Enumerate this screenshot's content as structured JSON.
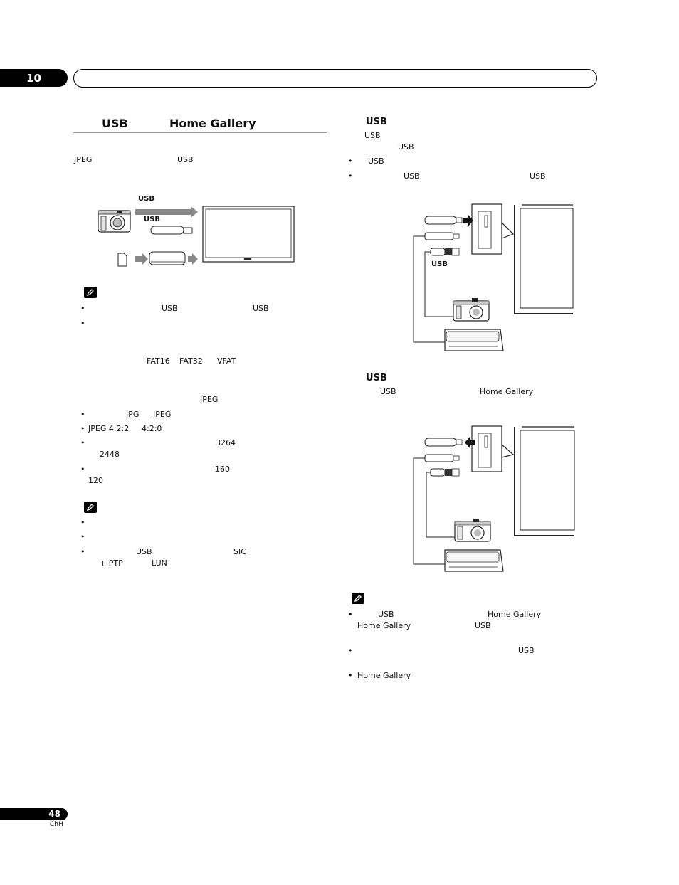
{
  "header": {
    "chapter": "10"
  },
  "left": {
    "section_usb": "USB",
    "section_gallery": "Home Gallery",
    "intro_jpeg": "JPEG",
    "intro_usb": "USB",
    "diagram_labels": {
      "usb_top": "USB",
      "usb_mid": "USB"
    },
    "note1": {
      "b1_usb1": "USB",
      "b1_usb2": "USB",
      "fat16": "FAT16",
      "fat32": "FAT32",
      "vfat": "VFAT",
      "jpeg": "JPEG",
      "jpg": "JPG",
      "jpeg2": "JPEG",
      "jpeg422": "JPEG 4:2:2",
      "v420": "4:2:0",
      "w3264": "3264",
      "h2448": "2448",
      "w160": "160",
      "h120": "120"
    },
    "note2": {
      "usb": "USB",
      "sic": "SIC",
      "ptp": "+ PTP",
      "lun": "LUN"
    }
  },
  "right": {
    "sub1_title": "USB",
    "sub1_line1": "USB",
    "sub1_line2": "USB",
    "sub1_b1": "USB",
    "sub1_b2a": "USB",
    "sub1_b2b": "USB",
    "diagram1_label": "USB",
    "sub2_title": "USB",
    "sub2_usb": "USB",
    "sub2_gallery": "Home Gallery",
    "note": {
      "b1_usb": "USB",
      "b1_gallery": "Home Gallery",
      "b1_gallery2": "Home Gallery",
      "b1_usb2": "USB",
      "b2_usb": "USB",
      "b3_gallery": "Home Gallery"
    }
  },
  "footer": {
    "page_number": "48",
    "lang": "ChH"
  }
}
